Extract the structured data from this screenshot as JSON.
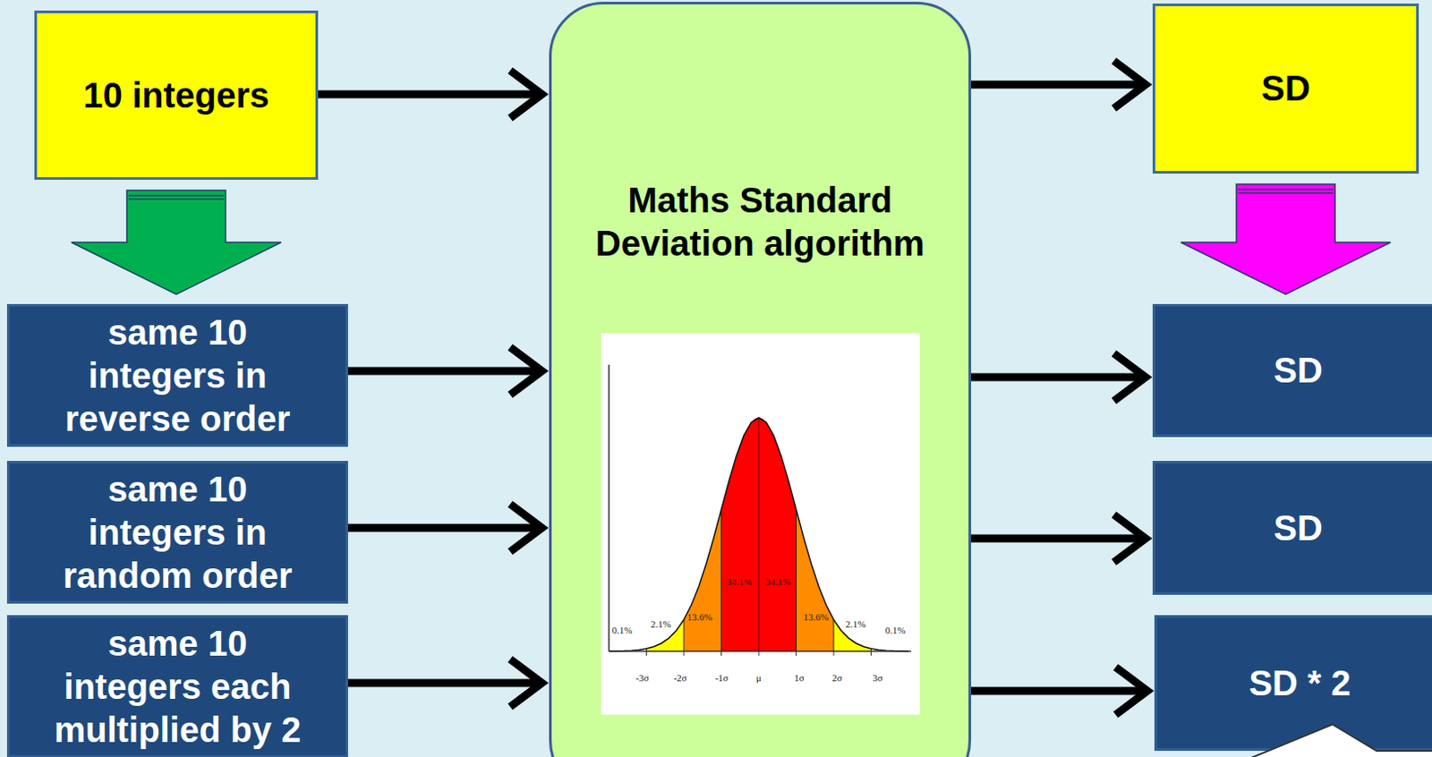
{
  "diagram": {
    "nodes": [
      {
        "text": [
          "10 integers"
        ]
      },
      {
        "text": [
          "Maths Standard Deviation algorithm"
        ]
      },
      {
        "text": [
          "SD"
        ]
      },
      {
        "text": [
          "same 10 integers in reverse order"
        ]
      },
      {
        "text": [
          "same 10 integers in random order"
        ]
      },
      {
        "text": [
          "same 10 integers each multiplied by 2"
        ]
      },
      {
        "text": [
          "SD"
        ]
      },
      {
        "text": [
          "SD"
        ]
      },
      {
        "text": [
          "SD * 2"
        ]
      }
    ],
    "edges": [
      {
        "from": 0,
        "to": 1,
        "arrow": "to"
      },
      {
        "from": 1,
        "to": 2,
        "arrow": "to"
      },
      {
        "from": 0,
        "to": 3,
        "arrow": "to"
      },
      {
        "from": 2,
        "to": 6,
        "arrow": "to"
      },
      {
        "from": 3,
        "to": 1,
        "arrow": "to"
      },
      {
        "from": 4,
        "to": 1,
        "arrow": "to"
      },
      {
        "from": 5,
        "to": 1,
        "arrow": "to"
      },
      {
        "from": 1,
        "to": 6,
        "arrow": "to"
      },
      {
        "from": 1,
        "to": 7,
        "arrow": "to"
      },
      {
        "from": 1,
        "to": 8,
        "arrow": "to"
      }
    ],
    "labels": [
      "0.1%",
      "2.1%",
      "13.6%",
      "34.1%",
      "34.1%",
      "13.6%",
      "2.1%",
      "0.1%",
      "-3σ",
      "-2σ",
      "-1σ",
      "μ",
      "1σ",
      "2σ",
      "3σ"
    ]
  }
}
